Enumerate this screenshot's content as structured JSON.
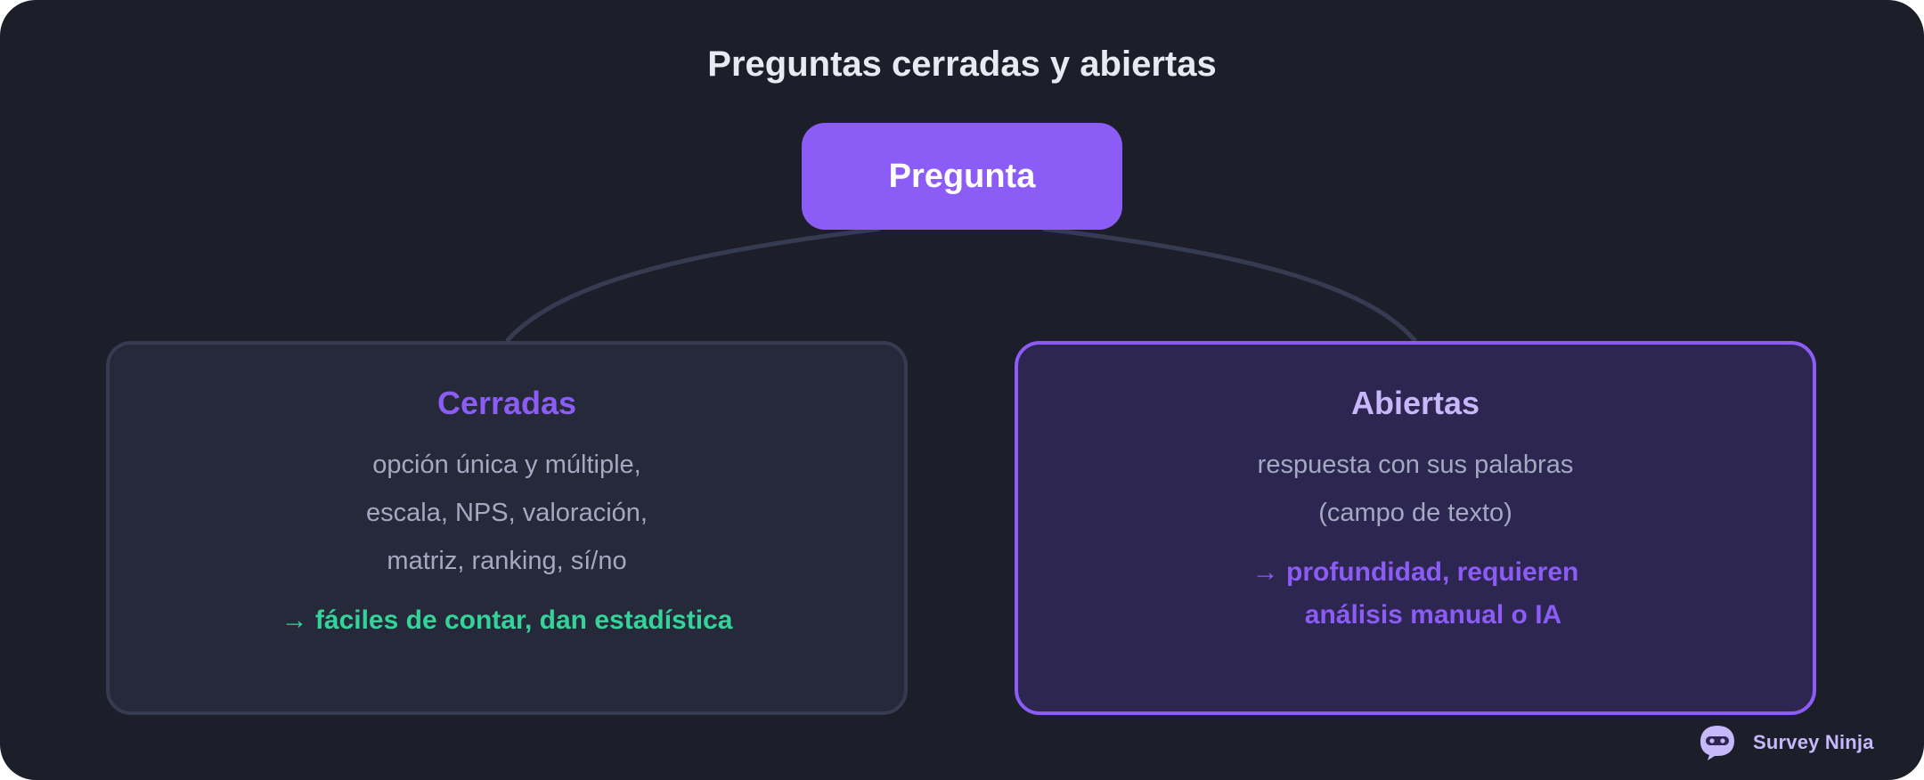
{
  "title": "Preguntas cerradas y abiertas",
  "root": {
    "label": "Pregunta"
  },
  "closed": {
    "title": "Cerradas",
    "lines": [
      "opción única y múltiple,",
      "escala, NPS, valoración,",
      "matriz, ranking, sí/no"
    ],
    "note": "→ fáciles de contar, dan estadística"
  },
  "open": {
    "title": "Abiertas",
    "lines": [
      "respuesta con sus palabras",
      "(campo de texto)"
    ],
    "note_lines": [
      "→ profundidad, requieren",
      "análisis manual o IA"
    ]
  },
  "brand": {
    "name": "Survey Ninja",
    "icon": "ninja-icon"
  },
  "colors": {
    "background": "#1c1e29",
    "accent": "#8b5cf6",
    "accent_light": "#c7b8fb",
    "green": "#34d399",
    "connector": "#363b52"
  }
}
